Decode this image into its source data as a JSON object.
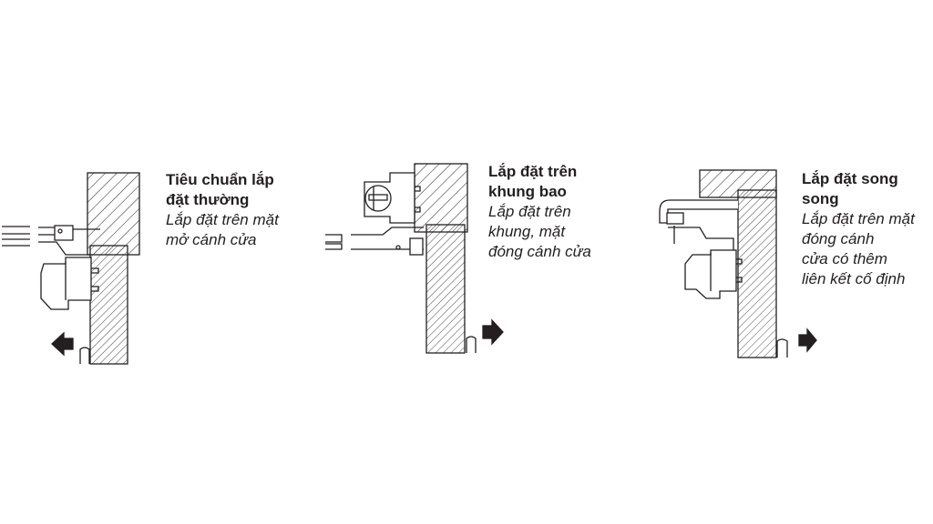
{
  "panels": [
    {
      "title_lines": [
        "Tiêu chuẩn lắp",
        "đặt thường"
      ],
      "desc_lines": [
        "Lắp đặt trên mặt",
        "mở cánh cửa"
      ],
      "arrow": "left"
    },
    {
      "title_lines": [
        "Lắp đặt trên",
        "khung bao"
      ],
      "desc_lines": [
        "Lắp đặt trên",
        "khung, mặt",
        "đóng cánh cửa"
      ],
      "arrow": "right"
    },
    {
      "title_lines": [
        "Lắp đặt song",
        "song"
      ],
      "desc_lines": [
        "Lắp đặt trên mặt",
        "đóng cánh",
        "cửa có thêm",
        "liên kết cố định"
      ],
      "arrow": "right"
    }
  ],
  "colors": {
    "line": "#231f20",
    "background": "#ffffff"
  }
}
